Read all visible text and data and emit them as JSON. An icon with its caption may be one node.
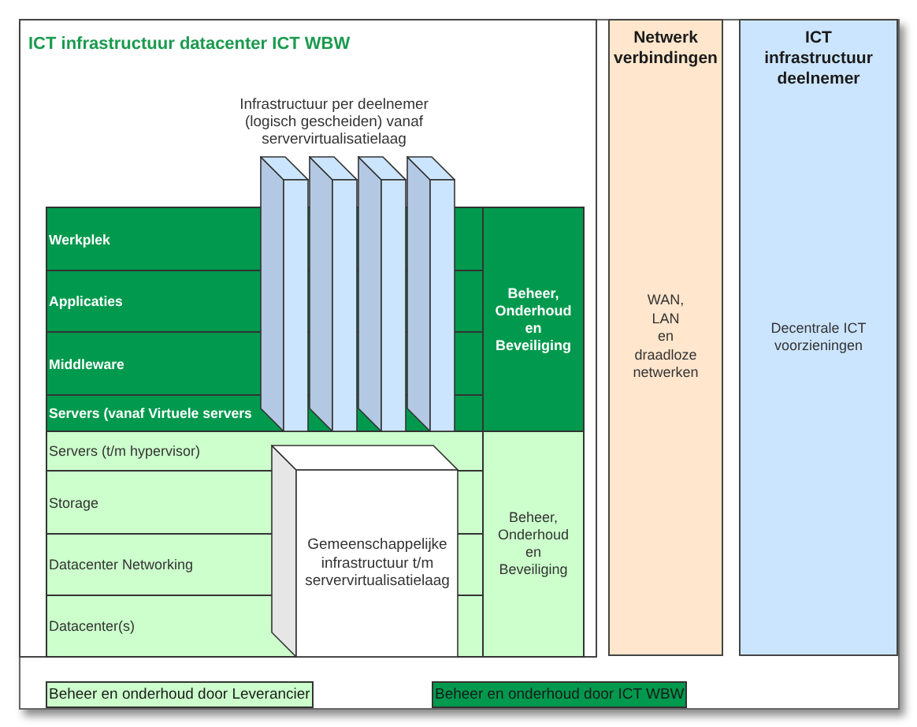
{
  "diagram": {
    "nodes": [
      {
        "text": [
          "ICT infrastructuur datacenter ICT WBW"
        ]
      },
      {
        "text": [
          "Werkplek"
        ],
        "in": 0
      },
      {
        "text": [
          "Applicaties"
        ],
        "in": 0
      },
      {
        "text": [
          "Middleware"
        ],
        "in": 0
      },
      {
        "text": [
          "Servers (vanaf Virtuele servers"
        ],
        "in": 0
      },
      {
        "text": [
          "Beheer, Onderhoud en Beveiliging"
        ],
        "in": 0
      },
      {
        "text": [
          "Servers (t/m hypervisor)"
        ],
        "in": 0
      },
      {
        "text": [
          "Storage"
        ],
        "in": 0
      },
      {
        "text": [
          "Datacenter Networking"
        ],
        "in": 0
      },
      {
        "text": [
          "Datacenter(s)"
        ],
        "in": 0
      },
      {
        "text": [
          "Beheer, Onderhoud en Beveiliging"
        ],
        "in": 0
      },
      {
        "text": [],
        "shape": "box",
        "in": 0
      },
      {
        "text": [],
        "shape": "box",
        "in": 0
      },
      {
        "text": [],
        "shape": "box",
        "in": 0
      },
      {
        "text": [],
        "shape": "box",
        "in": 0
      },
      {
        "text": [
          "Gemeenschappelijke infrastructuur t/m servervirtualisatielaag"
        ],
        "in": 0
      },
      {
        "text": [
          "Netwerk verbindingen",
          "WAN, LAN en draadloze netwerken"
        ]
      },
      {
        "text": [
          "ICT infrastructuur deelnemer",
          "Decentrale ICT voorzieningen"
        ]
      }
    ],
    "labels": [
      "Infrastructuur per deelnemer (logisch gescheiden) vanaf servervirtualisatielaag"
    ],
    "legend": [
      {
        "text": "Beheer en onderhoud door Leverancier",
        "color": "#ccffcc"
      },
      {
        "text": "Beheer en onderhoud door ICT WBW",
        "color": "#00994d"
      }
    ]
  }
}
